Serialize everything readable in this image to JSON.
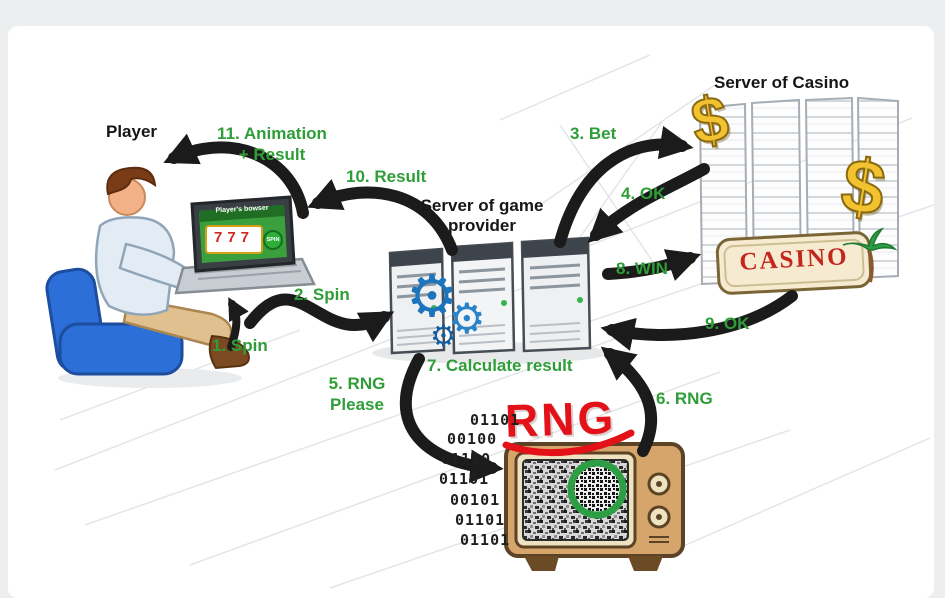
{
  "titles": {
    "player": "Player",
    "game_provider": "Server of game\nprovider",
    "casino": "Server of Casino"
  },
  "steps": [
    {
      "text": "1. Spin"
    },
    {
      "text": "2. Spin"
    },
    {
      "text": "3. Bet"
    },
    {
      "text": "4. OK"
    },
    {
      "text": "5. RNG\nPlease"
    },
    {
      "text": "6. RNG"
    },
    {
      "text": "7. Calculate result"
    },
    {
      "text": "8. WIN"
    },
    {
      "text": "9. OK"
    },
    {
      "text": "10. Result"
    },
    {
      "text": "11. Animation\n+ Result"
    }
  ],
  "rng": {
    "title": "RNG",
    "binary": [
      "01101",
      "00100",
      "01110",
      "01101",
      "00101",
      "01101",
      "01101"
    ]
  },
  "casino": {
    "sign": "CASINO",
    "dollar": "$"
  },
  "laptop": {
    "browser_title": "Player's bowser",
    "reels": "777",
    "spin_button": "SPIN"
  },
  "icons": {
    "gear": "⚙"
  },
  "colors": {
    "step_green": "#2f9e38",
    "rng_red": "#e31219",
    "casino_red": "#c3261c",
    "dollar_gold": "#f2c230",
    "arrow_black": "#1b1b1b"
  }
}
